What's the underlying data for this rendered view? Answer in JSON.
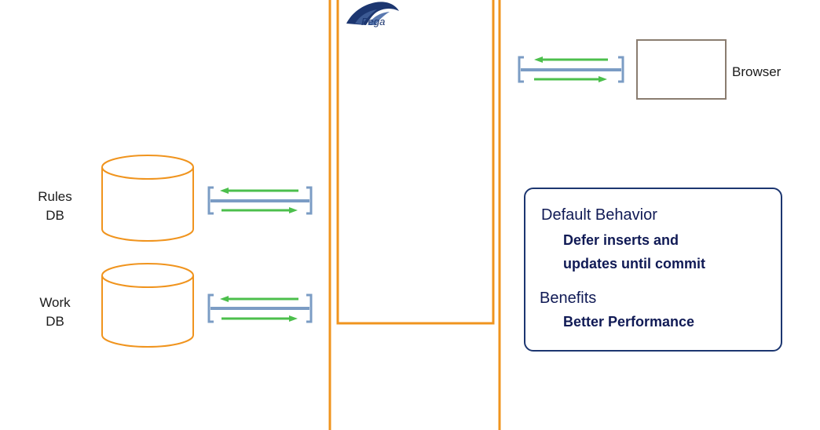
{
  "logo": {
    "text": "Pega"
  },
  "nodes": {
    "rules_db": {
      "line1": "Rules",
      "line2": "DB"
    },
    "work_db": {
      "line1": "Work",
      "line2": "DB"
    },
    "browser": {
      "label": "Browser"
    }
  },
  "info_box": {
    "default_heading": "Default Behavior",
    "default_line1": "Defer inserts and",
    "default_line2": "updates until commit",
    "benefits_heading": "Benefits",
    "benefits_line1": "Better Performance"
  },
  "colors": {
    "orange": "#f0941e",
    "connector_blue": "#7b9cc4",
    "arrow_green": "#4cbf4c",
    "navy": "#1c3670",
    "browser_border": "#8a7d70"
  },
  "icons": {
    "logo": "pega-horse-logo-icon",
    "database": "database-cylinder-icon",
    "connector": "bidirectional-arrow-connector-icon"
  }
}
